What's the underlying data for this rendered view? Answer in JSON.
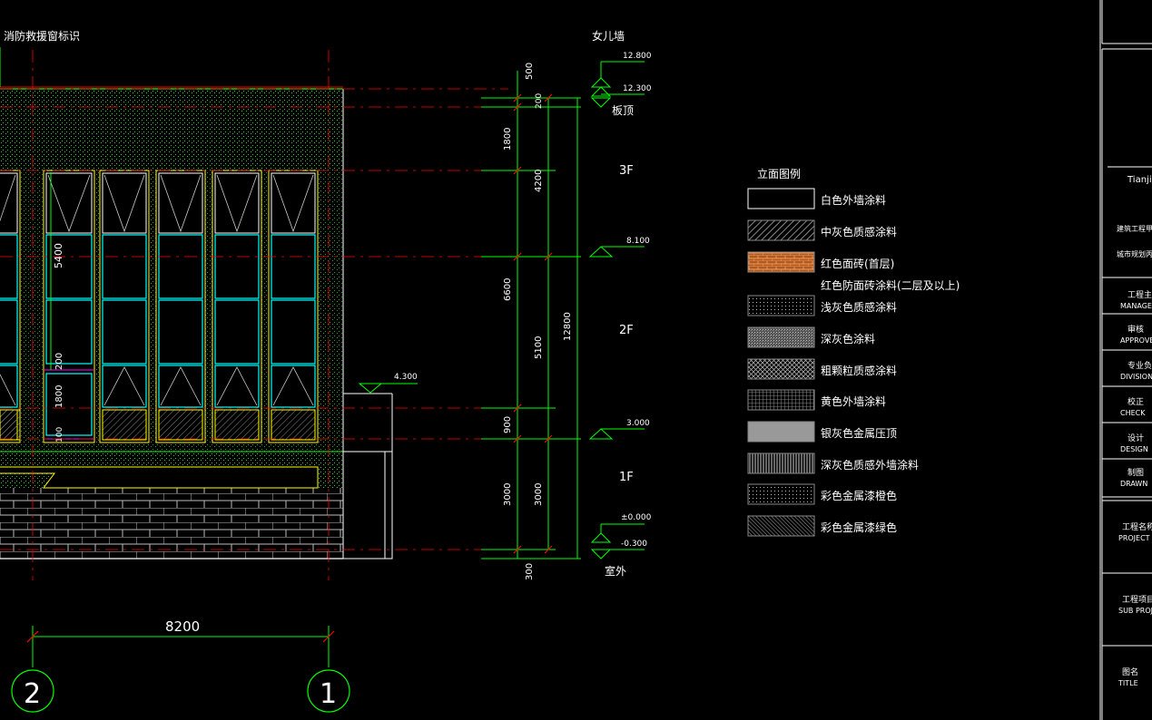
{
  "top_label": "消防救援窗标识",
  "parapet_label": "女儿墙",
  "roof_label": "板顶",
  "outdoor_label": "室外",
  "floors": [
    "3F",
    "2F",
    "1F"
  ],
  "levels": [
    "12.800",
    "12.300",
    "8.100",
    "3.000",
    "±0.000",
    "-0.300",
    "4.300"
  ],
  "dims_col1": [
    "500",
    "1800",
    "6600",
    "900",
    "3000",
    "300"
  ],
  "dims_col2": [
    "200",
    "4200",
    "5100",
    "3000"
  ],
  "dim_total": "12800",
  "window_dims": [
    "5400",
    "200",
    "1800",
    "100"
  ],
  "span_dim": "8200",
  "axes": [
    "2",
    "1"
  ],
  "legend": {
    "title": "立面图例",
    "items": [
      {
        "label": "白色外墙涂料",
        "pattern": "white-outline"
      },
      {
        "label": "中灰色质感涂料",
        "pattern": "diag-gray"
      },
      {
        "label": "红色面砖(首层)",
        "pattern": "brick-orange"
      },
      {
        "label": "红色防面砖涂料(二层及以上)",
        "pattern": "none"
      },
      {
        "label": "浅灰色质感涂料",
        "pattern": "dots"
      },
      {
        "label": "深灰色涂料",
        "pattern": "dense-gray"
      },
      {
        "label": "粗颗粒质感涂料",
        "pattern": "cross"
      },
      {
        "label": "黄色外墙涂料",
        "pattern": "grid"
      },
      {
        "label": "银灰色金属压顶",
        "pattern": "solid-gray"
      },
      {
        "label": "深灰色质感外墙涂料",
        "pattern": "vertical"
      },
      {
        "label": "彩色金属漆橙色",
        "pattern": "fine-dots"
      },
      {
        "label": "彩色金属漆绿色",
        "pattern": "diag-fine"
      }
    ]
  },
  "title_block": {
    "company_partial": "Tianji",
    "rows": [
      {
        "cn": "建筑工程甲级",
        "en": ""
      },
      {
        "cn": "城市规划丙级",
        "en": ""
      },
      {
        "cn": "工程主持人",
        "en": "MANAGER"
      },
      {
        "cn": "审核",
        "en": "APPROVE"
      },
      {
        "cn": "专业负责人",
        "en": "DIVISION /HO"
      },
      {
        "cn": "校正",
        "en": "CHECK"
      },
      {
        "cn": "设计",
        "en": "DESIGN"
      },
      {
        "cn": "制图",
        "en": "DRAWN"
      },
      {
        "cn": "工程名称",
        "en": "PROJECT"
      },
      {
        "cn": "工程项目",
        "en": "SUB PROJE"
      },
      {
        "cn": "图名",
        "en": "TITLE"
      }
    ]
  },
  "colors": {
    "green": "#00ff00",
    "red": "#ff0000",
    "yellow": "#ffff00",
    "cyan": "#00ffff",
    "white": "#ffffff",
    "gray": "#9a9a9a",
    "orange": "#c86428"
  }
}
